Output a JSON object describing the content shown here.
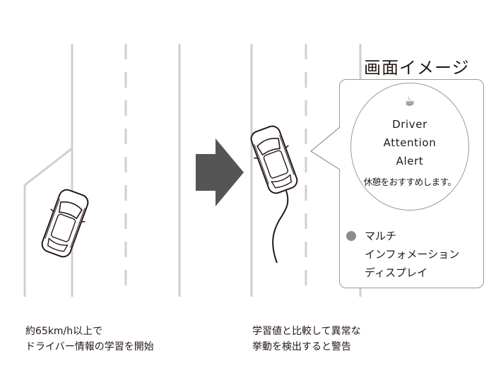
{
  "screen_image_label": "画面イメージ",
  "display": {
    "alert_lines": [
      "Driver",
      "Attention",
      "Alert"
    ],
    "alert_subtext": "休憩をおすすめします。",
    "icon": "coffee-cup-icon"
  },
  "legend": {
    "dot_color": "#8c8c8c",
    "lines": [
      "マルチ",
      "インフォメーション",
      "ディスプレイ"
    ]
  },
  "captions": {
    "left": [
      "約65km/h以上で",
      "ドライバー情報の学習を開始"
    ],
    "right": [
      "学習値と比較して異常な",
      "挙動を検出すると警告"
    ]
  },
  "colors": {
    "background": "#ffffff",
    "arrow": "#555555",
    "lines": "#cfcfcf"
  }
}
